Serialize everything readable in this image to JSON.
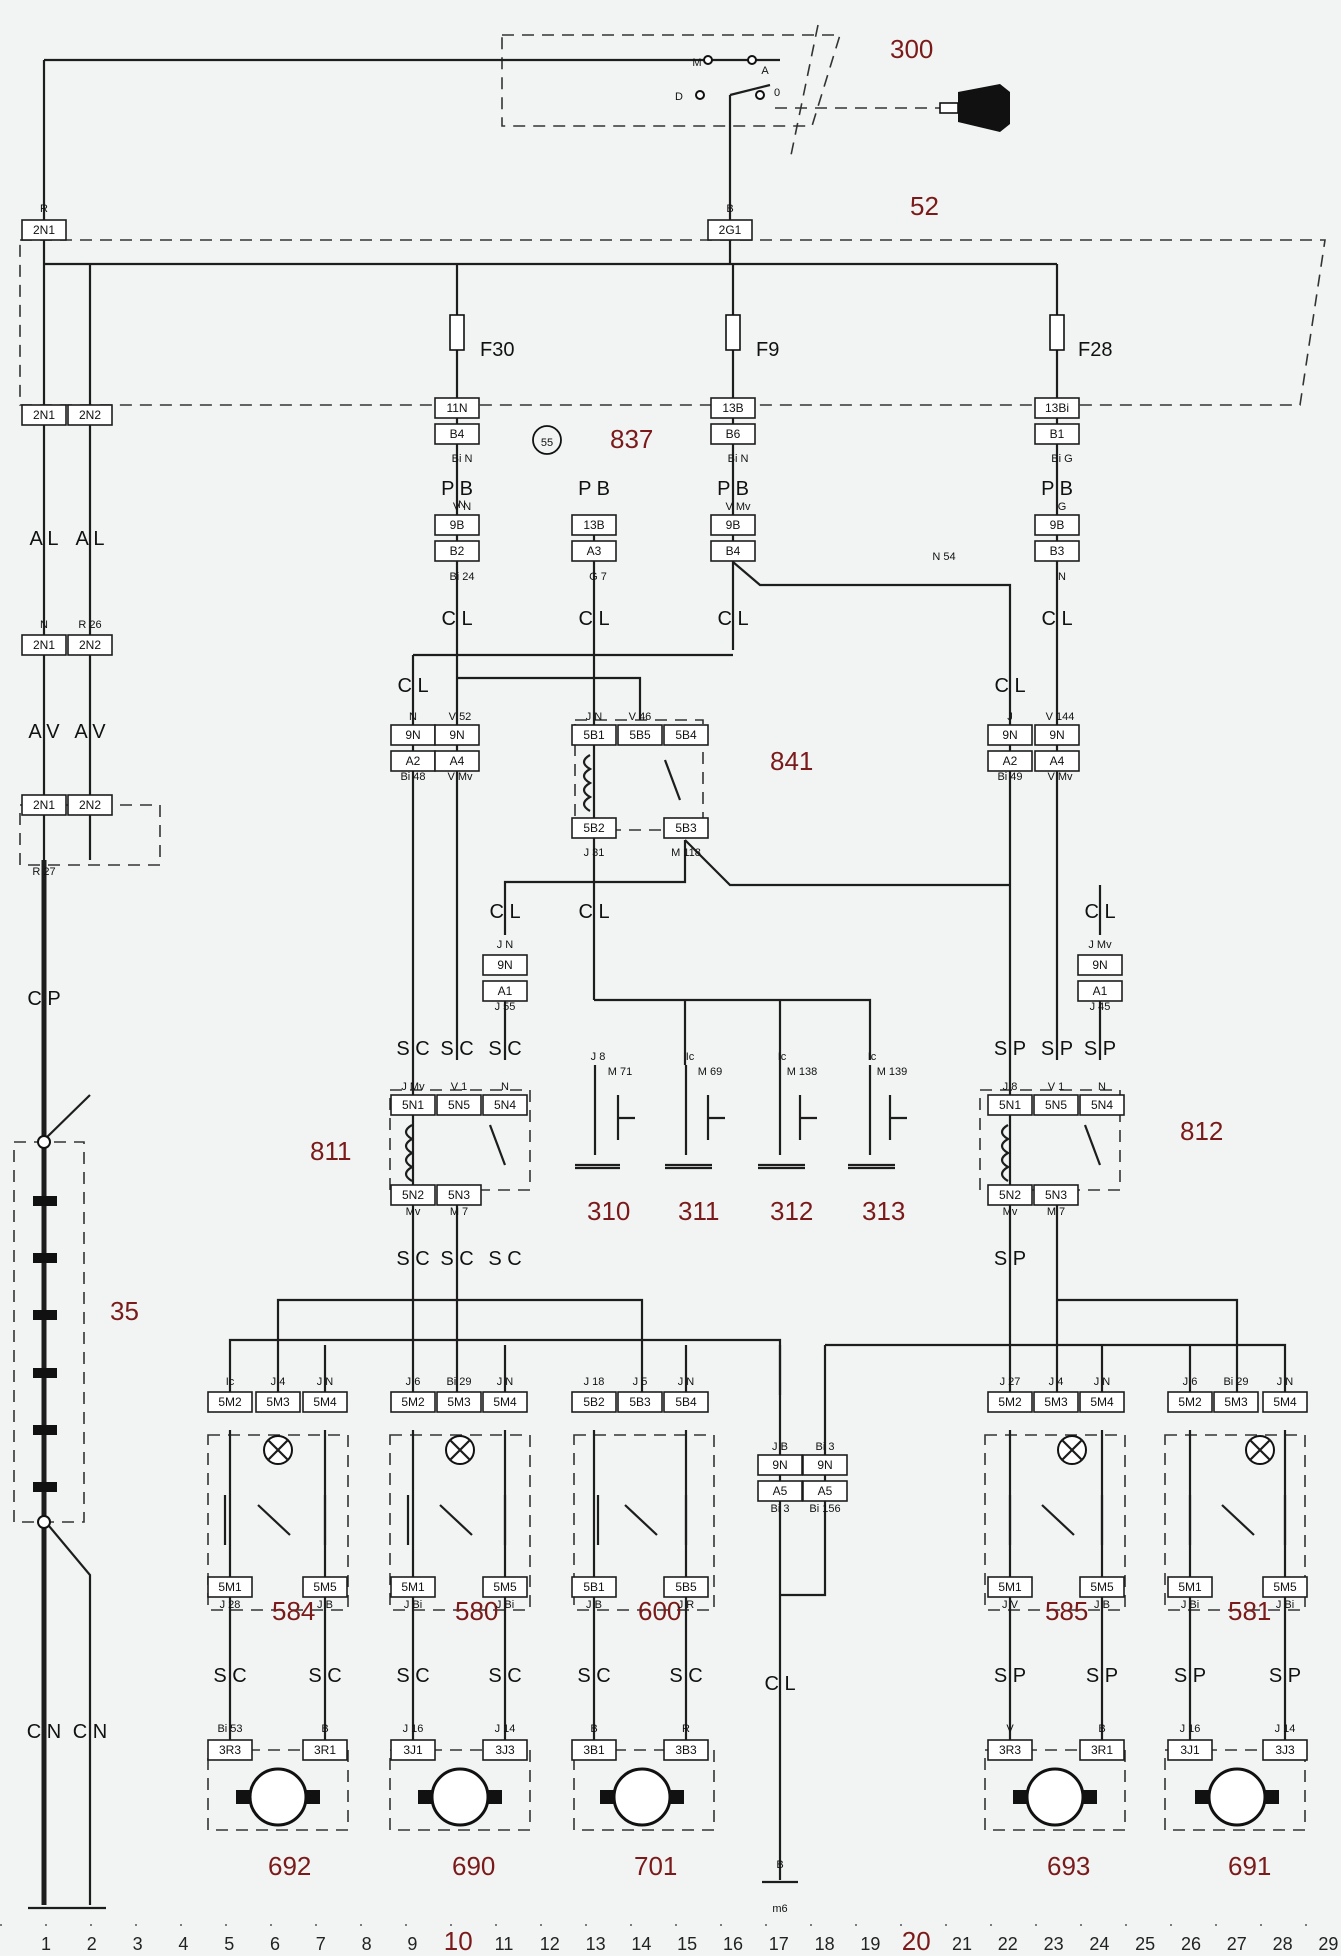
{
  "refs": [
    "300",
    "52",
    "837",
    "841",
    "811",
    "812",
    "35",
    "310",
    "311",
    "312",
    "313",
    "584",
    "580",
    "600",
    "585",
    "581",
    "692",
    "690",
    "701",
    "693",
    "691"
  ],
  "circle_ref": "55",
  "fuses": [
    "F30",
    "F9",
    "F28"
  ],
  "switch_letters": [
    "M",
    "A",
    "D",
    "0"
  ],
  "ground_label": "m6",
  "axis_numbers": [
    "1",
    "2",
    "3",
    "4",
    "5",
    "6",
    "7",
    "8",
    "9",
    "10",
    "11",
    "12",
    "13",
    "14",
    "15",
    "16",
    "17",
    "18",
    "19",
    "20",
    "21",
    "22",
    "23",
    "24",
    "25",
    "26",
    "27",
    "28",
    "29"
  ],
  "wire_codes": [
    "A L",
    "A L",
    "A V",
    "A V",
    "C P",
    "C N",
    "C N",
    "P B",
    "P B",
    "P B",
    "P B",
    "C L",
    "C L",
    "C L",
    "C L",
    "C L",
    "C L",
    "C L",
    "C L",
    "C L",
    "C L",
    "S C",
    "S C",
    "S C",
    "S P",
    "S P",
    "S P",
    "S C",
    "S C",
    "S C",
    "S P",
    "S C",
    "S C",
    "S C",
    "S C",
    "S C",
    "S C",
    "S P",
    "S P",
    "S P",
    "S P"
  ],
  "connectors": [
    "2N1",
    "2G1",
    "2N1",
    "2N2",
    "11N",
    "B4",
    "13B",
    "B6",
    "13Bi",
    "B1",
    "9B",
    "B2",
    "13B",
    "A3",
    "9B",
    "B4",
    "9B",
    "B3",
    "2N1",
    "2N2",
    "2N1",
    "2N2",
    "9N",
    "A2",
    "9N",
    "A4",
    "5B1",
    "5B5",
    "5B4",
    "5B2",
    "5B3",
    "9N",
    "A2",
    "9N",
    "A4",
    "9N",
    "A1",
    "9N",
    "A1",
    "5N1",
    "5N5",
    "5N4",
    "5N2",
    "5N3",
    "5N1",
    "5N5",
    "5N4",
    "5N2",
    "5N3",
    "5M2",
    "5M3",
    "5M4",
    "5M1",
    "5M5",
    "5M2",
    "5M3",
    "5M4",
    "5M1",
    "5M5",
    "5B2",
    "5B3",
    "5B4",
    "5B1",
    "5B5",
    "9N",
    "A5",
    "9N",
    "A5",
    "5M2",
    "5M3",
    "5M4",
    "5M1",
    "5M5",
    "5M2",
    "5M3",
    "5M4",
    "5M1",
    "5M5",
    "3R3",
    "3R1",
    "3J1",
    "3J3",
    "3B1",
    "3B3",
    "3R3",
    "3R1",
    "3J1",
    "3J3"
  ],
  "pin_labels": [
    "R",
    "B",
    "Bi N",
    "Bi N",
    "Bi G",
    "N",
    "V N",
    "V Mv",
    "G",
    "Bi 24",
    "G 7",
    "N",
    "N",
    "R 26",
    "R 27",
    "N",
    "V 52",
    "Bi 48",
    "V Mv",
    "J N",
    "V 46",
    "J 31",
    "M 118",
    "J",
    "V 144",
    "Bi 49",
    "V Mv",
    "J N",
    "J 55",
    "J Mv",
    "J 45",
    "J Mv",
    "V 1",
    "N",
    "Mv",
    "M 7",
    "J 8",
    "V 1",
    "N",
    "Mv",
    "M 7",
    "J 8",
    "M 71",
    "Ic",
    "M 69",
    "Ic",
    "M 138",
    "Ic",
    "M 139",
    "Ic",
    "J 4",
    "J N",
    "J 6",
    "Bi 29",
    "J N",
    "J 18",
    "J 5",
    "J N",
    "J 27",
    "J 4",
    "J N",
    "J 6",
    "Bi 29",
    "J N",
    "J 28",
    "J B",
    "J Bi",
    "J Bi",
    "J B",
    "J R",
    "J V",
    "J B",
    "J Bi",
    "J Bi",
    "J B",
    "Bi 3",
    "Bi 3",
    "Bi 156",
    "Bi 53",
    "B",
    "J 16",
    "J 14",
    "B",
    "R",
    "V",
    "B",
    "J 16",
    "J 14",
    "B",
    "N 54"
  ]
}
